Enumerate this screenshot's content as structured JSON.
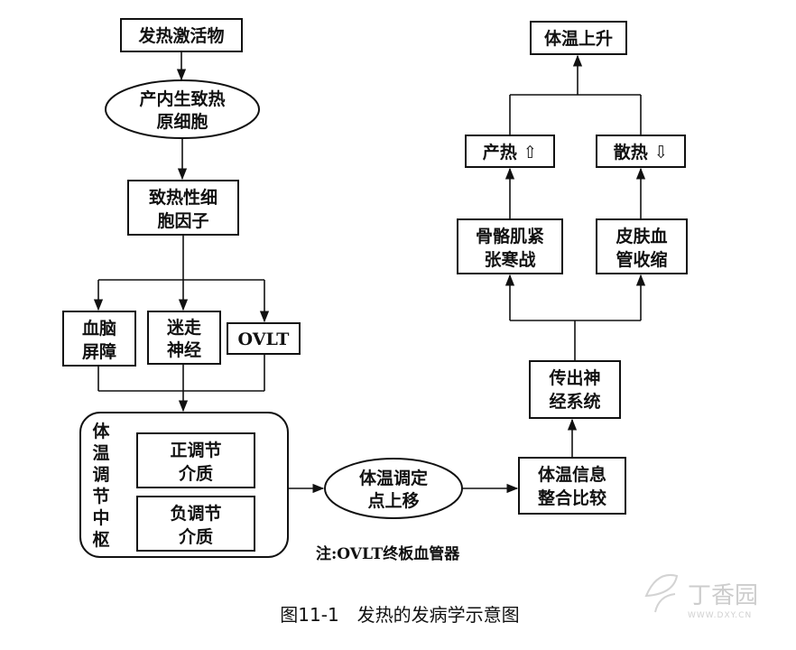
{
  "nodes": {
    "pyrogen_activator": "发热激活物",
    "endogenous_cells": [
      "产内生致热",
      "原细胞"
    ],
    "pyrogenic_cytokines": [
      "致热性细",
      "胞因子"
    ],
    "blood_brain_barrier": [
      "血脑",
      "屏障"
    ],
    "vagus_nerve": [
      "迷走",
      "神经"
    ],
    "ovlt": "OVLT",
    "thermoregulation_center": [
      "体",
      "温",
      "调",
      "节",
      "中",
      "枢"
    ],
    "positive_mediator": [
      "正调节",
      "介质"
    ],
    "negative_mediator": [
      "负调节",
      "介质"
    ],
    "setpoint_up": [
      "体温调定",
      "点上移"
    ],
    "integration": [
      "体温信息",
      "整合比较"
    ],
    "efferent_nerves": [
      "传出神",
      "经系统"
    ],
    "shivering": [
      "骨骼肌紧",
      "张寒战"
    ],
    "vasoconstriction": [
      "皮肤血",
      "管收缩"
    ],
    "heat_production": "产热 ⇧",
    "heat_loss": "散热 ⇩",
    "temperature_rise": "体温上升"
  },
  "note": "注:OVLT终板血管器",
  "caption": "图11-1　发热的发病学示意图",
  "watermark": {
    "text": "丁香园",
    "subtext": "WWW.DXY.CN"
  }
}
